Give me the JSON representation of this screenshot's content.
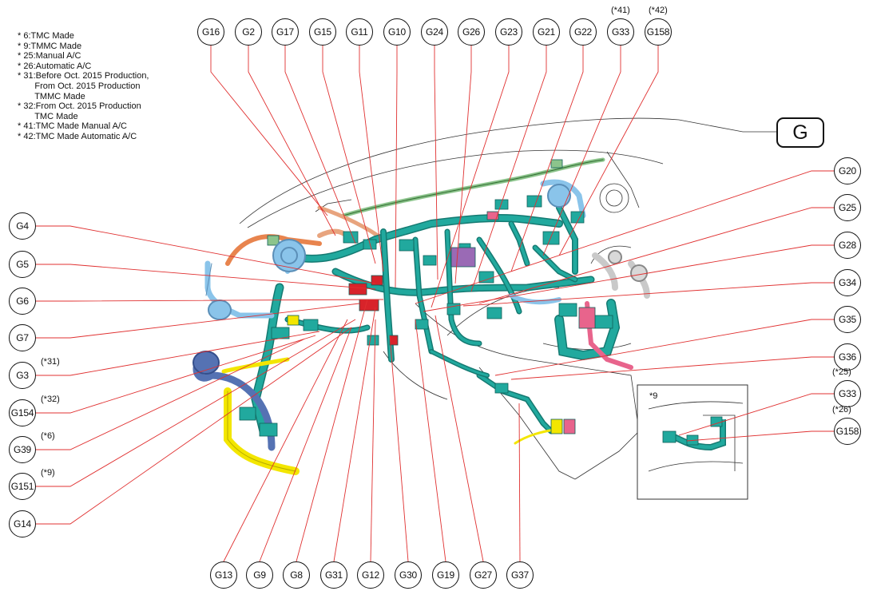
{
  "notes": [
    "* 6:TMC Made",
    "* 9:TMMC Made",
    "* 25:Manual A/C",
    "* 26:Automatic A/C",
    "* 31:Before Oct. 2015 Production,",
    "       From Oct. 2015 Production",
    "       TMMC Made",
    "* 32:From Oct. 2015 Production",
    "       TMC Made",
    "* 41:TMC Made Manual A/C",
    "* 42:TMC Made Automatic A/C"
  ],
  "view_label": "G",
  "inset_label": "*9",
  "top_connectors": [
    "G16",
    "G2",
    "G17",
    "G15",
    "G11",
    "G10",
    "G24",
    "G26",
    "G23",
    "G21",
    "G22",
    "G33",
    "G158"
  ],
  "top_conditions": {
    "G33": "(*41)",
    "G158": "(*42)"
  },
  "left_connectors": [
    "G4",
    "G5",
    "G6",
    "G7",
    "G3",
    "G154",
    "G39",
    "G151",
    "G14"
  ],
  "left_conditions": {
    "G3": "(*31)",
    "G154": "(*32)",
    "G39": "(*6)",
    "G151": "(*9)"
  },
  "right_connectors": [
    "G20",
    "G25",
    "G28",
    "G34",
    "G35",
    "G36",
    "G33",
    "G158"
  ],
  "right_conditions": {
    "G33": "(*25)",
    "G158": "(*26)"
  },
  "bottom_connectors": [
    "G13",
    "G9",
    "G8",
    "G31",
    "G12",
    "G30",
    "G19",
    "G27",
    "G37"
  ],
  "colors": {
    "harness_main": "#21a99e",
    "harness_dark": "#157a72",
    "harness_blue": "#8ac4ea",
    "harness_navy": "#5572b3",
    "harness_yellow": "#f3e600",
    "harness_orange": "#e8844e",
    "harness_green": "#8cc48c",
    "harness_pink": "#e8648c",
    "harness_purple": "#9a6ab5",
    "connector_red": "#d8232a",
    "leader_line": "#e03030"
  }
}
